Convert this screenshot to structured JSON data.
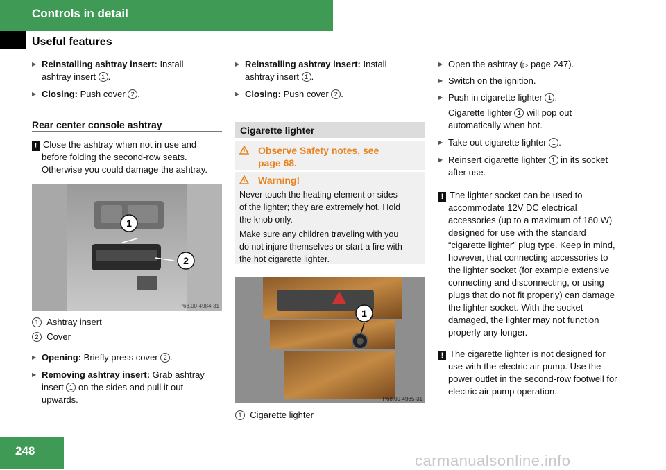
{
  "header": {
    "title": "Controls in detail",
    "section": "Useful features"
  },
  "col1": {
    "steps_top": [
      {
        "bold": "Reinstalling ashtray insert:",
        "text": " Install",
        "line2": "ashtray insert",
        "ref": "1",
        "end": "."
      },
      {
        "bold": "Closing:",
        "text": " Push cover",
        "ref": "2",
        "end": "."
      }
    ],
    "subheading": "Rear center console ashtray",
    "note": {
      "line1": "Close the ashtray when not in use and",
      "line2": "before folding the second-row seats.",
      "line3": "Otherwise you could damage the ashtray."
    },
    "image_code": "P68.00-4984-31",
    "captions": [
      {
        "num": "1",
        "text": "Ashtray insert"
      },
      {
        "num": "2",
        "text": "Cover"
      }
    ],
    "steps_bottom": [
      {
        "bold": "Opening:",
        "text": " Briefly press cover",
        "ref": "2",
        "end": "."
      },
      {
        "bold": "Removing ashtray insert:",
        "text": " Grab ashtray",
        "line2a": "insert",
        "ref": "1",
        "line2b": " on the sides and pull it out",
        "line3": "upwards."
      }
    ]
  },
  "col2": {
    "steps": [
      {
        "bold": "Reinstalling ashtray insert:",
        "text": " Install",
        "line2": "ashtray insert",
        "ref": "1",
        "end": "."
      },
      {
        "bold": "Closing:",
        "text": " Push cover",
        "ref": "2",
        "end": "."
      }
    ],
    "box_title": "Cigarette lighter",
    "safety": {
      "line1": "Observe Safety notes, see",
      "line2": "page 68."
    },
    "warning": {
      "title": "Warning!",
      "p1": [
        "Never touch the heating element or sides",
        "of the lighter; they are extremely hot. Hold",
        "the knob only."
      ],
      "p2": [
        "Make sure any children traveling with you",
        "do not injure themselves or start a fire with",
        "the hot cigarette lighter."
      ]
    },
    "image_code": "P68.00-4985-31",
    "caption": {
      "num": "1",
      "text": "Cigarette lighter"
    }
  },
  "col3": {
    "steps": [
      {
        "text": "Open the ashtray (",
        "sym": "▷",
        "text2": " page 247)."
      },
      {
        "text": "Switch on the ignition."
      },
      {
        "text": "Push in cigarette lighter",
        "ref": "1",
        "end": "."
      },
      {
        "plain1a": "Cigarette lighter",
        "ref": "1",
        "plain1b": " will pop out",
        "plain2": "automatically when hot."
      },
      {
        "text": "Take out cigarette lighter",
        "ref": "1",
        "end": "."
      },
      {
        "text": "Reinsert cigarette lighter",
        "ref": "1",
        "text2": " in its socket",
        "line2": "after use."
      }
    ],
    "note1": [
      "The lighter socket can be used to",
      "accommodate 12V DC electrical",
      "accessories (up to a maximum of 180 W)",
      "designed for use with the standard",
      "“cigarette lighter” plug type. Keep in mind,",
      "however, that connecting accessories to",
      "the lighter socket (for example extensive",
      "connecting and disconnecting, or using",
      "plugs that do not fit properly) can damage",
      "the lighter socket. With the socket",
      "damaged, the lighter may not function",
      "properly any longer."
    ],
    "note2": [
      "The cigarette lighter is not designed for",
      "use with the electric air pump. Use the",
      "power outlet in the second-row footwell for",
      "electric air pump operation."
    ]
  },
  "footer": {
    "page": "248",
    "watermark": "carmanualsonline.info"
  },
  "colors": {
    "green": "#3e9a54",
    "orange": "#e8821e",
    "box": "#f0f0f0"
  },
  "icons": {
    "bullet": "triangle-bullet-icon",
    "warning": "warning-triangle-icon",
    "note": "exclamation-icon"
  }
}
